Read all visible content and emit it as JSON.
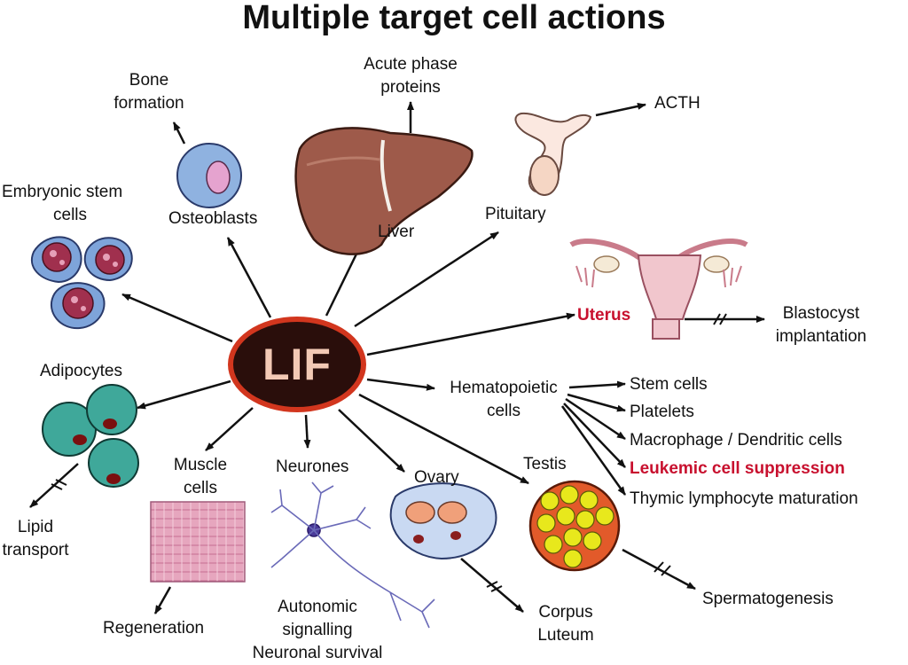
{
  "title": "Multiple target cell actions",
  "center": "LIF",
  "targets": {
    "osteoblasts": "Osteoblasts",
    "liver": "Liver",
    "pituitary": "Pituitary",
    "uterus": "Uterus",
    "embryonic_stem_cells": [
      "Embryonic stem",
      "cells"
    ],
    "adipocytes": "Adipocytes",
    "muscle_cells": [
      "Muscle",
      "cells"
    ],
    "neurones": "Neurones",
    "ovary": "Ovary",
    "testis": "Testis",
    "hematopoietic_cells": [
      "Hematopoietic",
      "cells"
    ]
  },
  "effects": {
    "bone_formation": [
      "Bone",
      "formation"
    ],
    "acute_phase_proteins": [
      "Acute phase",
      "proteins"
    ],
    "acth": "ACTH",
    "blastocyst_implantation": [
      "Blastocyst",
      "implantation"
    ],
    "lipid_transport": [
      "Lipid",
      "transport"
    ],
    "regeneration": "Regeneration",
    "neurone_effects": [
      "Autonomic",
      "signalling",
      "Neuronal survival"
    ],
    "corpus_luteum": [
      "Corpus",
      "Luteum"
    ],
    "spermatogenesis": "Spermatogenesis",
    "hematopoietic_outputs": [
      "Stem cells",
      "Platelets",
      "Macrophage / Dendritic cells",
      "Leukemic cell suppression",
      "Thymic lymphocyte maturation"
    ]
  },
  "colors": {
    "highlight_red": "#c8102e",
    "lif_fill": "#2a0e0b",
    "lif_ring": "#d2361e",
    "lif_text": "#f3c9b5"
  }
}
